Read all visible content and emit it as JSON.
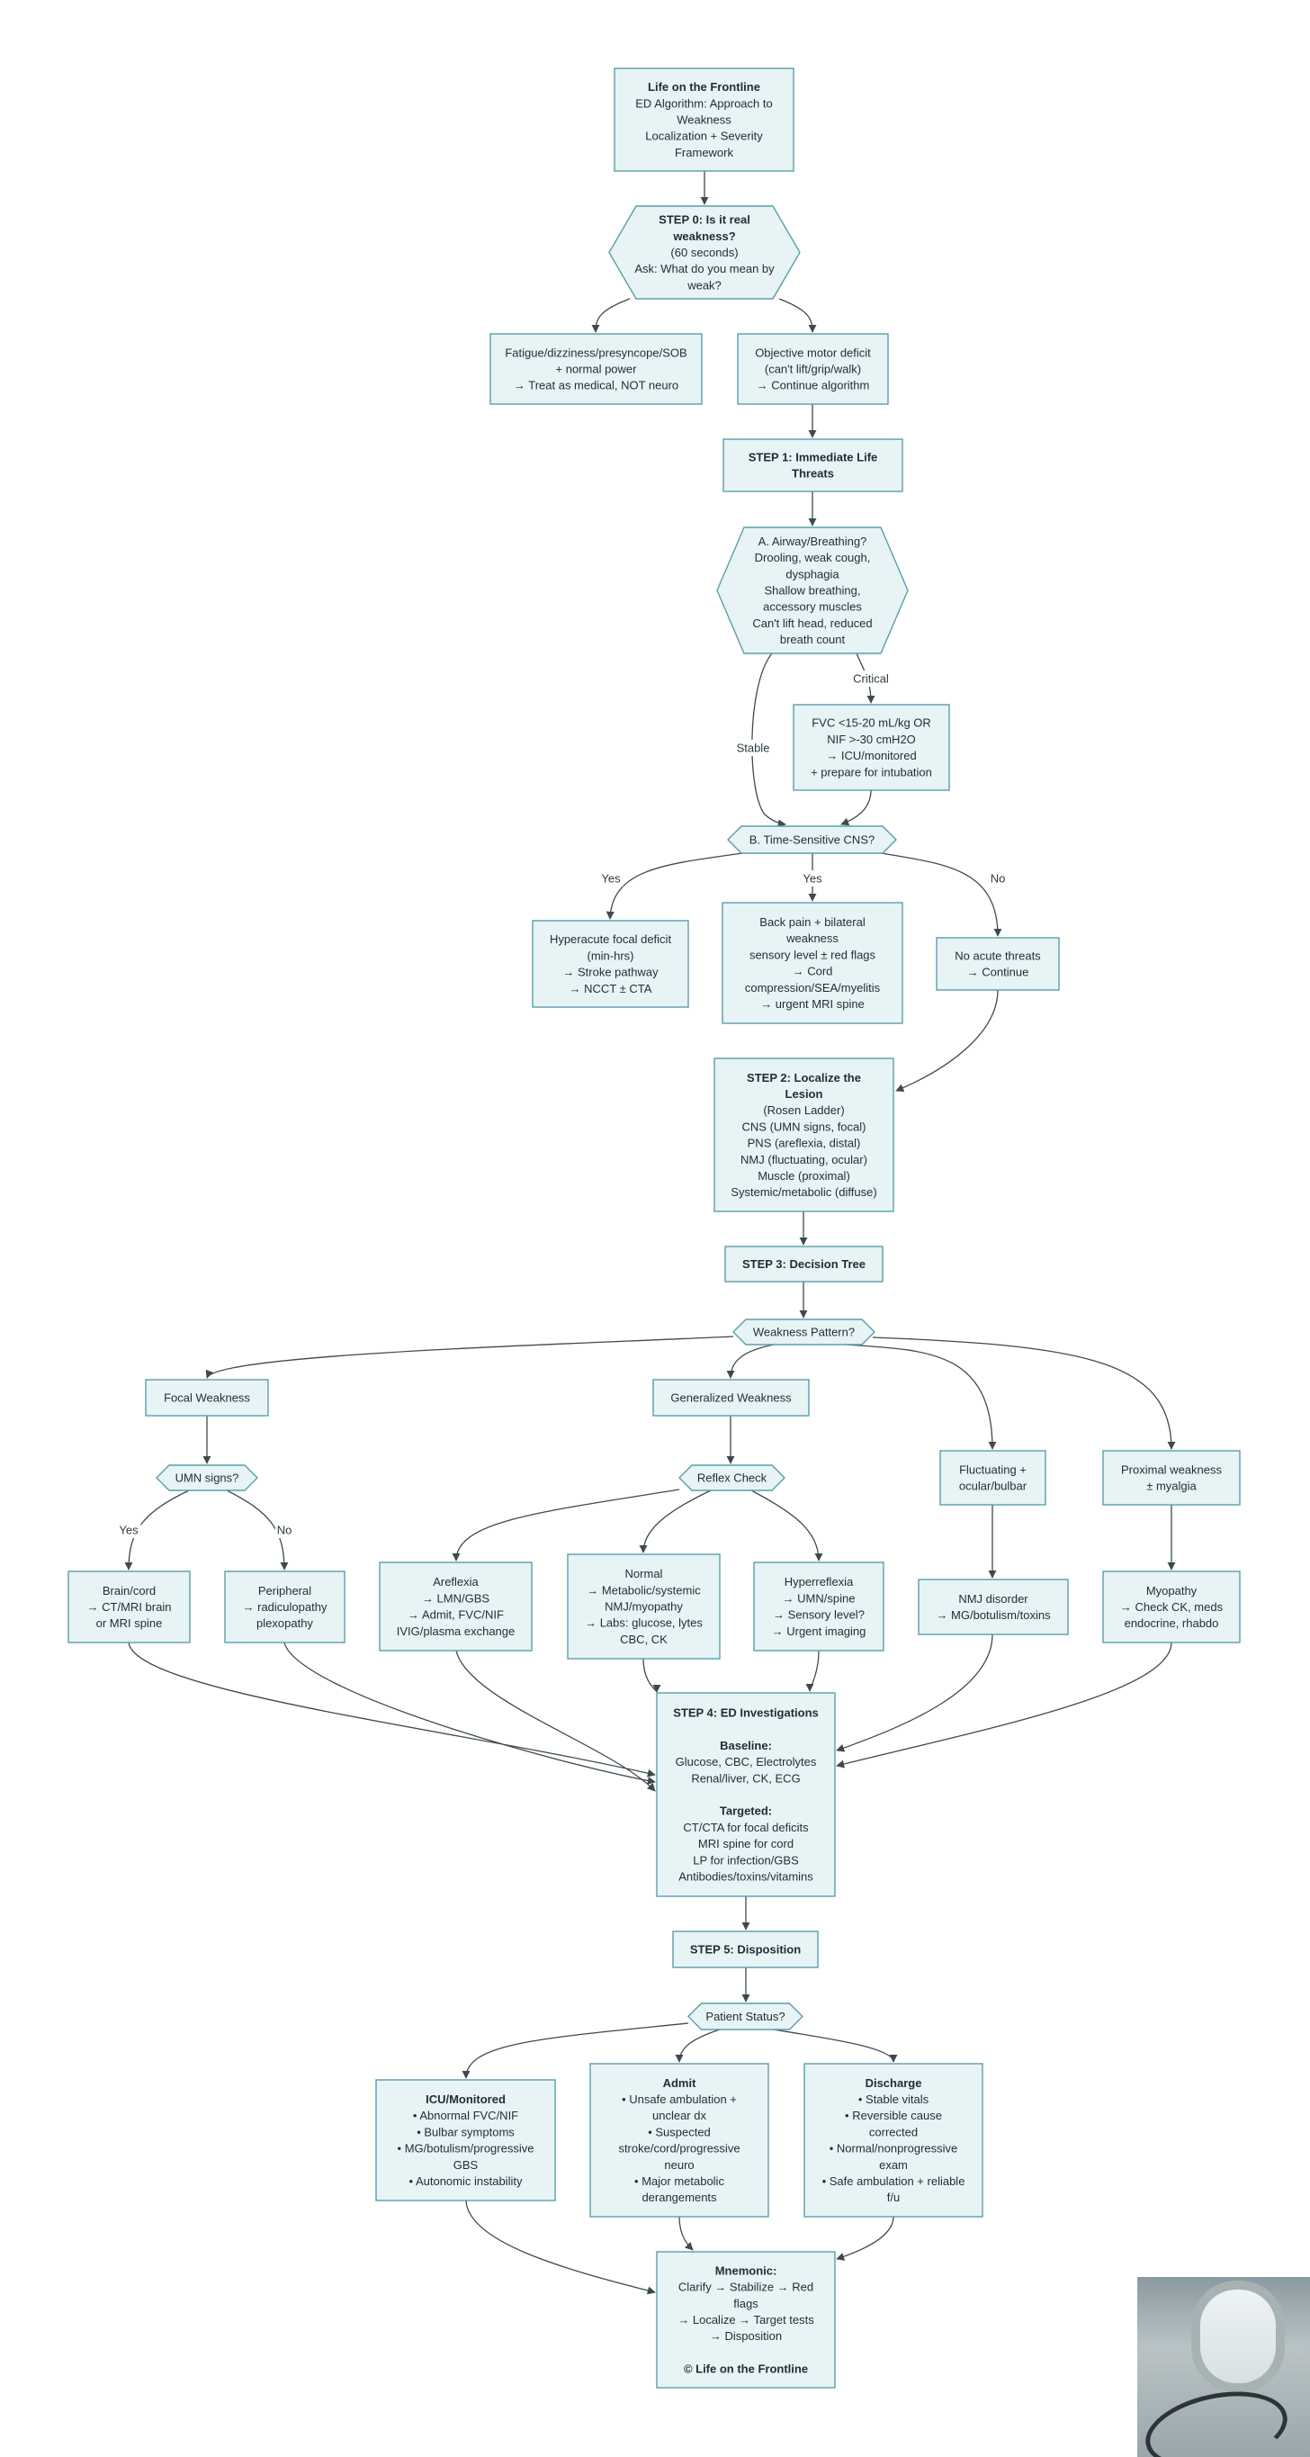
{
  "colors": {
    "node_fill": "#e8f3f5",
    "node_stroke": "#5a9eab",
    "edge": "#3d4a50",
    "text": "#1f2d33"
  },
  "nodes": {
    "title": {
      "lines": [
        "Life on the Frontline",
        "ED Algorithm: Approach to",
        "Weakness",
        "Localization + Severity",
        "Framework"
      ],
      "bold": 1
    },
    "step0": {
      "lines": [
        "STEP 0: Is it real",
        "weakness?",
        "(60 seconds)",
        "Ask: What do you mean by",
        "weak?"
      ],
      "bold": 2
    },
    "fatigue": {
      "lines": [
        "Fatigue/dizziness/presyncope/SOB",
        "+ normal power",
        "→ Treat as medical, NOT neuro"
      ],
      "bold": 0
    },
    "objective": {
      "lines": [
        "Objective motor deficit",
        "(can't lift/grip/walk)",
        "→ Continue algorithm"
      ],
      "bold": 0
    },
    "step1": {
      "lines": [
        "STEP 1: Immediate Life",
        "Threats"
      ],
      "bold": 2
    },
    "airway": {
      "lines": [
        "A. Airway/Breathing?",
        "Drooling, weak cough,",
        "dysphagia",
        "Shallow breathing,",
        "accessory muscles",
        "Can't lift head, reduced",
        "breath count"
      ],
      "bold": 0
    },
    "fvc": {
      "lines": [
        "FVC <15-20 mL/kg OR",
        "NIF >-30 cmH2O",
        "→ ICU/monitored",
        "+ prepare for intubation"
      ],
      "bold": 0
    },
    "cns": {
      "lines": [
        "B. Time-Sensitive CNS?"
      ],
      "bold": 0
    },
    "hyperacute": {
      "lines": [
        "Hyperacute focal deficit",
        "(min-hrs)",
        "→ Stroke pathway",
        "→ NCCT ± CTA"
      ],
      "bold": 0
    },
    "backpain": {
      "lines": [
        "Back pain + bilateral",
        "weakness",
        "sensory level ± red flags",
        "→ Cord",
        "compression/SEA/myelitis",
        "→ urgent MRI spine"
      ],
      "bold": 0
    },
    "noacute": {
      "lines": [
        "No acute threats",
        "→ Continue"
      ],
      "bold": 0
    },
    "step2": {
      "lines": [
        "STEP 2: Localize the",
        "Lesion",
        "(Rosen Ladder)",
        "CNS (UMN signs, focal)",
        "PNS (areflexia, distal)",
        "NMJ (fluctuating, ocular)",
        "Muscle (proximal)",
        "Systemic/metabolic (diffuse)"
      ],
      "bold": 2
    },
    "step3": {
      "lines": [
        "STEP 3: Decision Tree"
      ],
      "bold": 1
    },
    "pattern": {
      "lines": [
        "Weakness Pattern?"
      ],
      "bold": 0
    },
    "focal": {
      "lines": [
        "Focal Weakness"
      ],
      "bold": 0
    },
    "generalized": {
      "lines": [
        "Generalized Weakness"
      ],
      "bold": 0
    },
    "fluctuating": {
      "lines": [
        "Fluctuating +",
        "ocular/bulbar"
      ],
      "bold": 0
    },
    "proximal": {
      "lines": [
        "Proximal weakness",
        "± myalgia"
      ],
      "bold": 0
    },
    "umn": {
      "lines": [
        "UMN signs?"
      ],
      "bold": 0
    },
    "reflex": {
      "lines": [
        "Reflex Check"
      ],
      "bold": 0
    },
    "braincord": {
      "lines": [
        "Brain/cord",
        "→ CT/MRI brain",
        "or MRI spine"
      ],
      "bold": 0
    },
    "peripheral": {
      "lines": [
        "Peripheral",
        "→ radiculopathy",
        "plexopathy"
      ],
      "bold": 0
    },
    "areflexia": {
      "lines": [
        "Areflexia",
        "→ LMN/GBS",
        "→ Admit, FVC/NIF",
        "IVIG/plasma exchange"
      ],
      "bold": 0
    },
    "normal": {
      "lines": [
        "Normal",
        "→ Metabolic/systemic",
        "NMJ/myopathy",
        "→ Labs: glucose, lytes",
        "CBC, CK"
      ],
      "bold": 0
    },
    "hyperreflexia": {
      "lines": [
        "Hyperreflexia",
        "→ UMN/spine",
        "→ Sensory level?",
        "→ Urgent imaging"
      ],
      "bold": 0
    },
    "nmj": {
      "lines": [
        "NMJ disorder",
        "→ MG/botulism/toxins"
      ],
      "bold": 0
    },
    "myopathy": {
      "lines": [
        "Myopathy",
        "→ Check CK, meds",
        "endocrine, rhabdo"
      ],
      "bold": 0
    },
    "step4": {
      "lines": [
        "STEP 4: ED Investigations",
        "",
        "Baseline:",
        "Glucose, CBC, Electrolytes",
        "Renal/liver, CK, ECG",
        "",
        "Targeted:",
        "CT/CTA for focal deficits",
        "MRI spine for cord",
        "LP for infection/GBS",
        "Antibodies/toxins/vitamins"
      ],
      "bold": 1,
      "bold_extra": [
        2,
        6
      ]
    },
    "step5": {
      "lines": [
        "STEP 5: Disposition"
      ],
      "bold": 1
    },
    "status": {
      "lines": [
        "Patient Status?"
      ],
      "bold": 0
    },
    "icu": {
      "lines": [
        "ICU/Monitored",
        "• Abnormal FVC/NIF",
        "• Bulbar symptoms",
        "• MG/botulism/progressive",
        "GBS",
        "• Autonomic instability"
      ],
      "bold": 1
    },
    "admit": {
      "lines": [
        "Admit",
        "• Unsafe ambulation +",
        "unclear dx",
        "• Suspected",
        "stroke/cord/progressive",
        "neuro",
        "• Major metabolic",
        "derangements"
      ],
      "bold": 1
    },
    "discharge": {
      "lines": [
        "Discharge",
        "• Stable vitals",
        "• Reversible cause",
        "corrected",
        "• Normal/nonprogressive",
        "exam",
        "• Safe ambulation + reliable",
        "f/u"
      ],
      "bold": 1
    },
    "mnemonic": {
      "lines": [
        "Mnemonic:",
        "Clarify → Stabilize → Red",
        "flags",
        "→ Localize → Target tests",
        "→ Disposition",
        "",
        "© Life on the Frontline"
      ],
      "bold": 1,
      "bold_extra": [
        6
      ]
    }
  },
  "edge_labels": {
    "critical": "Critical",
    "stable": "Stable",
    "yes_stroke": "Yes",
    "yes_cord": "Yes",
    "no_acute": "No",
    "umn_yes": "Yes",
    "umn_no": "No"
  },
  "photo": {
    "icon": "stethoscope-photo"
  }
}
